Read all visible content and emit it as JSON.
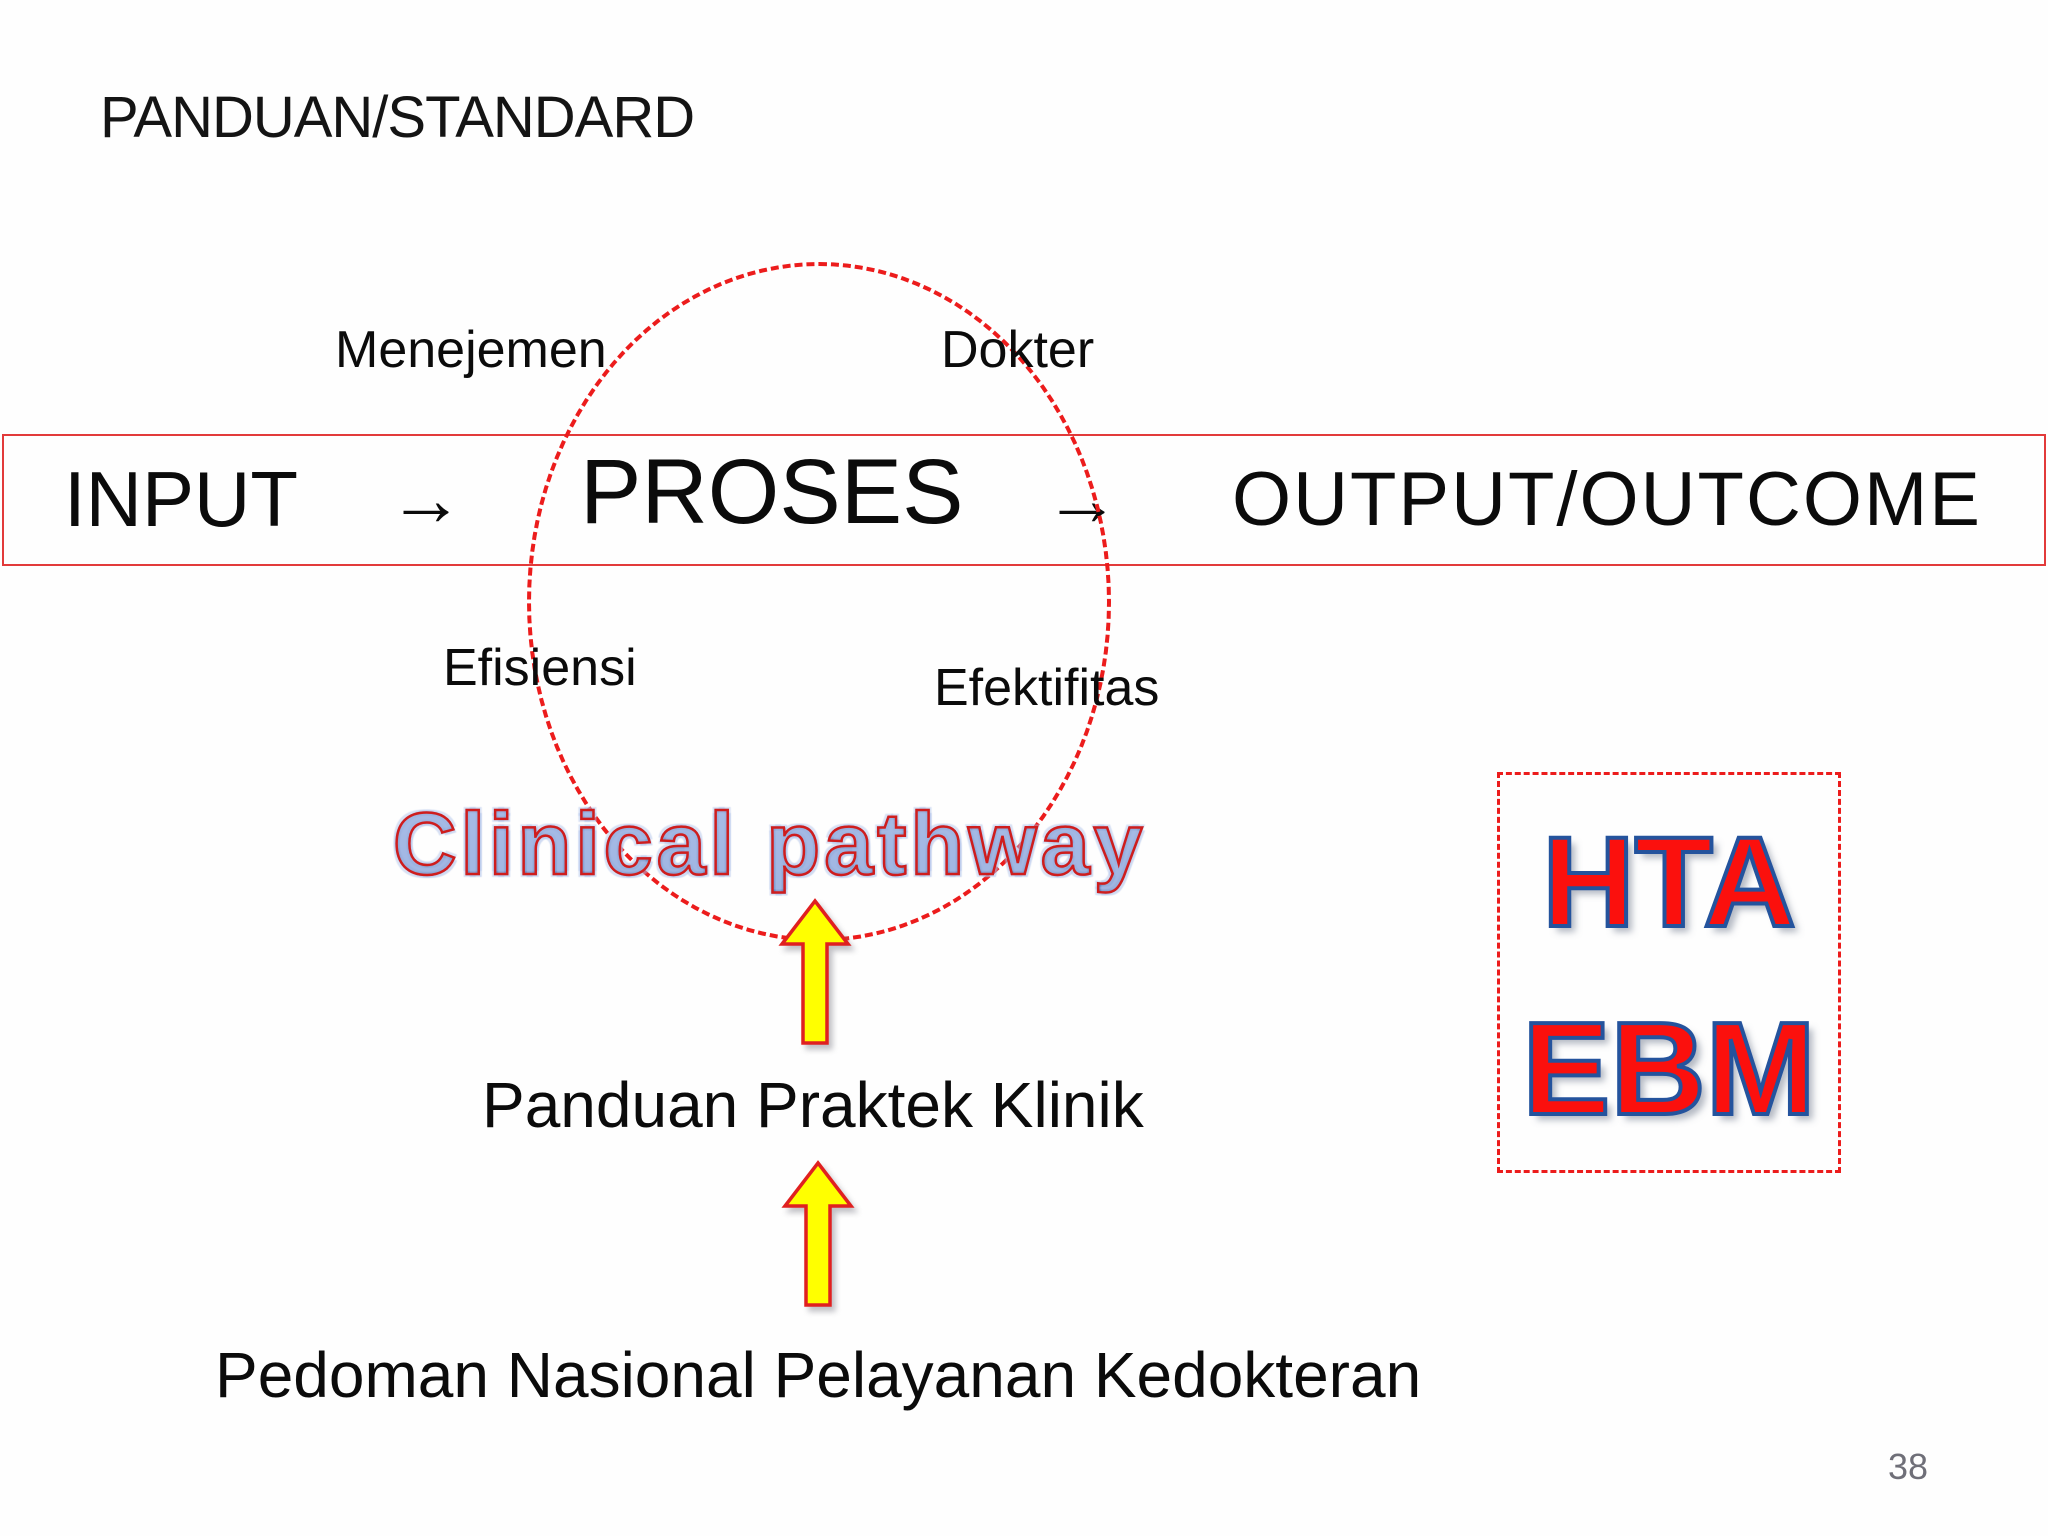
{
  "slide_title": "PANDUAN/STANDARD",
  "page_number": "38",
  "flow_band": {
    "input_label": "INPUT",
    "arrow_glyph": "→",
    "process_label": "PROSES",
    "output_label": "OUTPUT/OUTCOME"
  },
  "quadrant_labels": {
    "top_left": "Menejemen",
    "top_right": "Dokter",
    "bottom_left": "Efisiensi",
    "bottom_right": "Efektifitas"
  },
  "pathway": {
    "wordart": "Clinical pathway",
    "ppk": "Panduan Praktek Klinik",
    "pnpk": "Pedoman Nasional Pelayanan Kedokteran"
  },
  "hta_box": {
    "line1": "HTA",
    "line2": "EBM"
  },
  "icons": {
    "up_arrow": "up-arrow-icon"
  },
  "colors": {
    "band_border_red": "#e23a3a",
    "ellipse_dash_red": "#ec1c1c",
    "hta_box_dash_red": "#ec1c1c",
    "arrow_fill_yellow": "#ffff00",
    "arrow_stroke_red": "#e02020",
    "wordart_fill_top": "#93abd9",
    "wordart_fill_bottom": "#274f94",
    "wordart_outline_red": "#cf1d1d",
    "hta_text_red": "#fb100d",
    "hta_text_outline_blue": "#24539d",
    "page_number_gray": "#6f6f78",
    "text_black": "#0b0b0b"
  }
}
